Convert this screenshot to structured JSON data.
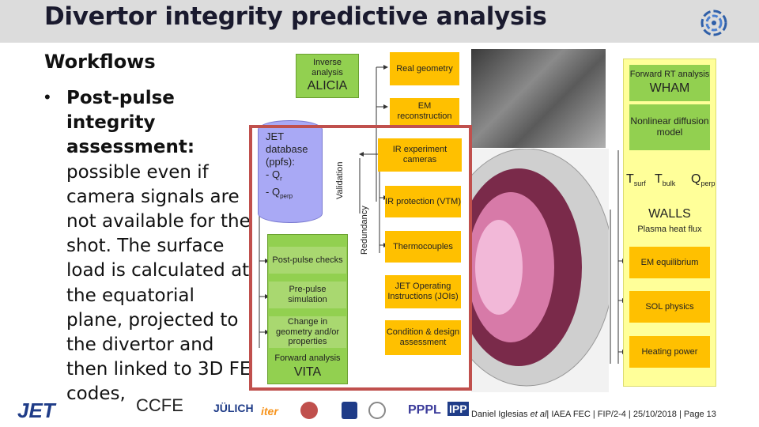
{
  "title": "Divertor integrity predictive analysis",
  "subtitle": "Workflows",
  "bullet": {
    "bold": "Post-pulse integrity assessment:",
    "text": "possible even if camera signals are not available for the shot. The surface load is calculated at the equatorial plane, projected to the divertor and then linked to 3D FE codes,"
  },
  "diagram": {
    "inverse_analysis": "Inverse analysis",
    "alicia": "ALICIA",
    "real_geometry": "Real geometry",
    "em_reconstruction": "EM reconstruction",
    "jet_db": [
      "JET",
      "database",
      "(ppfs):",
      "- Q",
      "- Q"
    ],
    "jet_db_sub": [
      "r",
      "perp"
    ],
    "validation": "Validation",
    "redundancy": "Redundancy",
    "ir_cameras": "IR experiment cameras",
    "ir_protection": "IR protection (VTM)",
    "thermocouples": "Thermocouples",
    "joi": "JET Operating Instructions (JOIs)",
    "condition": "Condition & design assessment",
    "post_pulse": "Post-pulse checks",
    "pre_pulse": "Pre-pulse simulation",
    "change_geometry": "Change in geometry and/or properties",
    "forward_analysis": "Forward analysis",
    "vita": "VITA",
    "forward_rt": "Forward RT analysis",
    "wham": "WHAM",
    "nonlinear": "Nonlinear diffusion model",
    "t_surf": "T",
    "t_surf_sub": "surf",
    "t_bulk": "T",
    "t_bulk_sub": "bulk",
    "q_perp": "Q",
    "q_perp_sub": "perp",
    "walls": "WALLS",
    "plasma_heat_flux": "Plasma heat flux",
    "em_equilibrium": "EM equilibrium",
    "sol_physics": "SOL physics",
    "heating_power": "Heating power"
  },
  "footer": {
    "logos": [
      "JET",
      "CCFE",
      "JÜLICH",
      "iter",
      "PPPL",
      "IPP"
    ],
    "author": "Daniel Iglesias",
    "et_al": "et al",
    "citation": "| IAEA FEC | FIP/2-4 | 25/10/2018 | Page 13"
  },
  "colors": {
    "title_bar": "#dcdcdc",
    "green": "#92d050",
    "orange": "#ffc000",
    "yellow_pane": "#ffff99",
    "purple": "#a9a9f5",
    "red_frame": "#c0504d"
  }
}
